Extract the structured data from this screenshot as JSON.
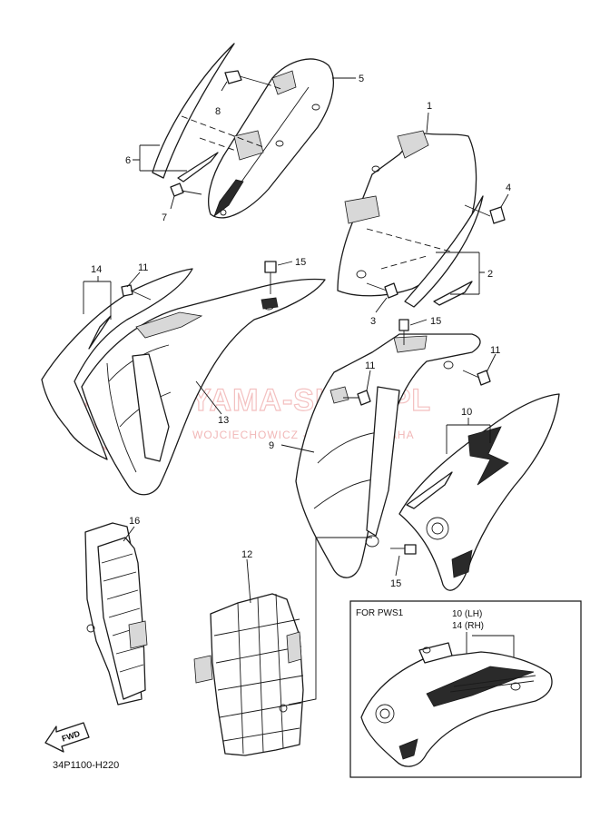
{
  "figure_code": "34P1100-H220",
  "watermark": {
    "main_text": "YAMA-SHOP.PL",
    "sub_text": "WOJCIECHOWICZ - DEALER YAMAHA"
  },
  "callouts": {
    "c1": "1",
    "c2": "2",
    "c3": "3",
    "c4": "4",
    "c5": "5",
    "c6": "6",
    "c7": "7",
    "c8": "8",
    "c9": "9",
    "c10": "10",
    "c11a": "11",
    "c11b": "11",
    "c11c": "11",
    "c12": "12",
    "c13": "13",
    "c14": "14",
    "c15a": "15",
    "c15b": "15",
    "c15c": "15",
    "c16": "16"
  },
  "inset": {
    "title": "FOR PWS1",
    "label_lh": "10 (LH)",
    "label_rh": "14 (RH)"
  },
  "fwd_label": "FWD",
  "colors": {
    "line": "#1a1a1a",
    "watermark": "#f2b6b6",
    "background": "#ffffff"
  }
}
